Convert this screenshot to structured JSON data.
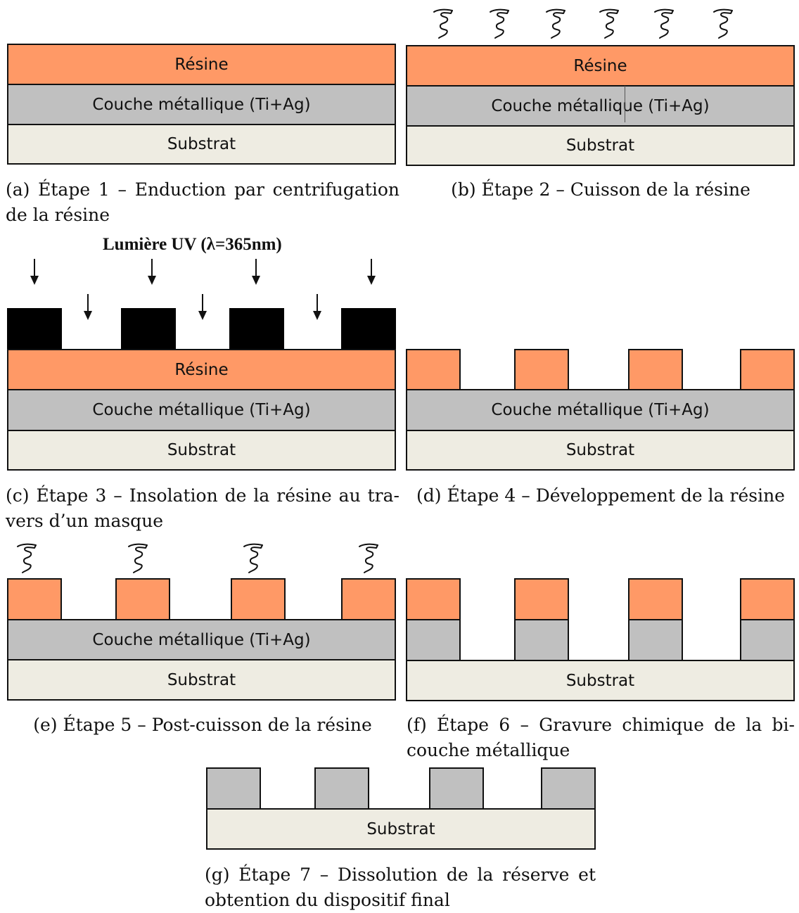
{
  "colors": {
    "resin": "#FF9966",
    "metal": "#C0C0C0",
    "substrate": "#EEECE2",
    "mask": "#000000"
  },
  "labels": {
    "resin": "Résine",
    "metal": "Couche métallique (Ti+Ag)",
    "substrate": "Substrat",
    "uv_light": "Lumière UV (λ=365nm)"
  },
  "icons": {
    "heat": "heat-wave-icon",
    "uv": "down-arrow-icon"
  },
  "panels": [
    {
      "id": "a",
      "caption": [
        "(a) Étape 1 – Enduction par centrifugation",
        "de la résine"
      ]
    },
    {
      "id": "b",
      "caption": [
        "(b) Étape 2 – Cuisson de la résine"
      ]
    },
    {
      "id": "c",
      "caption": [
        "(c) Étape 3 – Insolation de la résine au tra-",
        "vers d’un masque"
      ]
    },
    {
      "id": "d",
      "caption": [
        "(d) Étape 4 – Développement de la résine"
      ]
    },
    {
      "id": "e",
      "caption": [
        "(e) Étape 5 – Post-cuisson de la résine"
      ]
    },
    {
      "id": "f",
      "caption": [
        "(f) Étape 6 – Gravure chimique de la bi-",
        "couche métallique"
      ]
    },
    {
      "id": "g",
      "caption": [
        "(g) Étape 7 – Dissolution de la réserve et",
        "obtention du dispositif final"
      ]
    }
  ]
}
